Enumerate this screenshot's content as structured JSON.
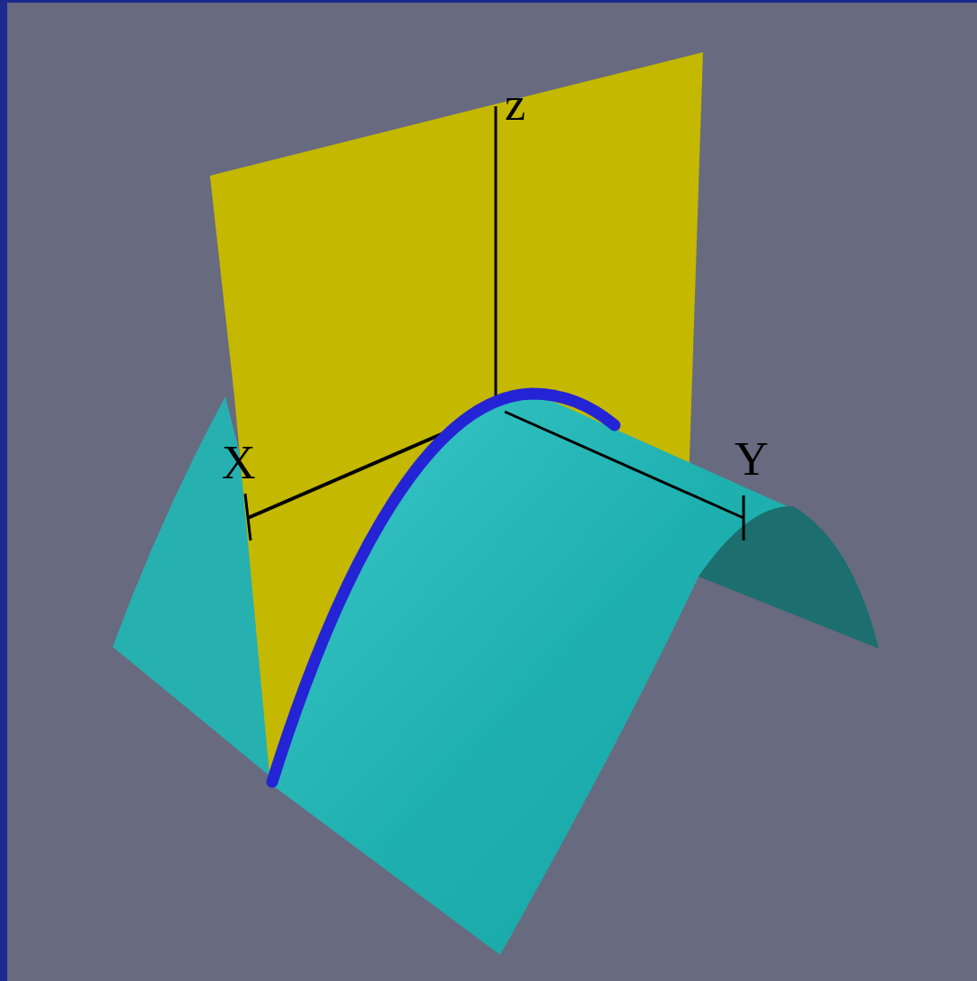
{
  "diagram": {
    "labels": [
      "X",
      "Y",
      "z"
    ]
  }
}
